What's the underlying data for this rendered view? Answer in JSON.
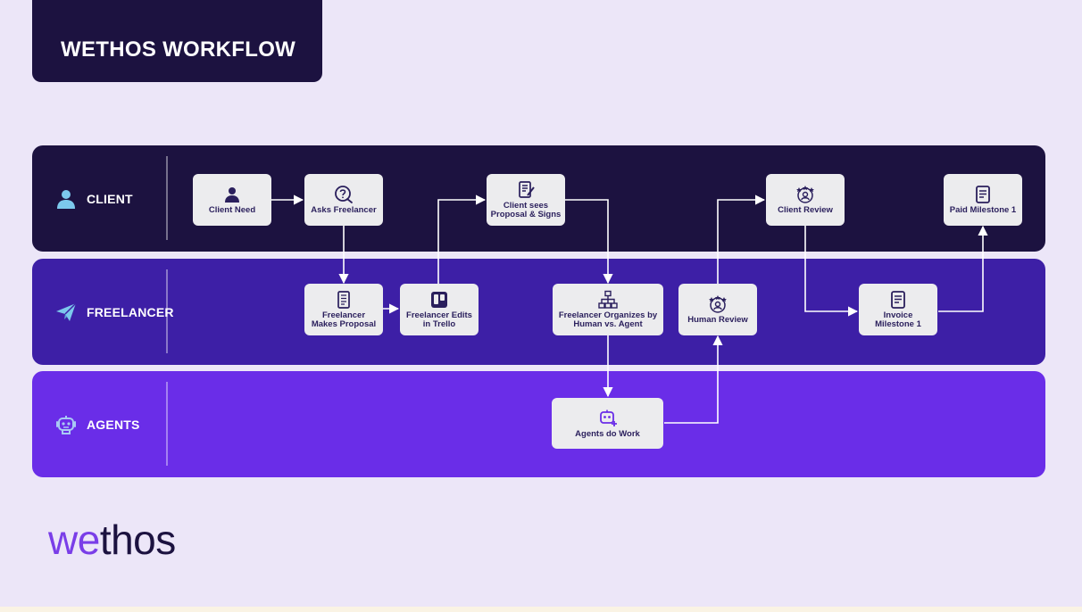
{
  "title": "WETHOS WORKFLOW",
  "lanes": {
    "client": {
      "label": "CLIENT",
      "icon": "person-icon"
    },
    "freelancer": {
      "label": "FREELANCER",
      "icon": "paper-plane-icon"
    },
    "agents": {
      "label": "AGENTS",
      "icon": "robot-icon"
    }
  },
  "nodes": {
    "client_need": {
      "label": "Client Need",
      "icon": "person-icon"
    },
    "asks_freelancer": {
      "label": "Asks Freelancer",
      "icon": "question-bubble-icon"
    },
    "client_sees_proposal": {
      "label": "Client sees\nProposal & Signs",
      "icon": "signed-document-icon"
    },
    "client_review": {
      "label": "Client Review",
      "icon": "rating-stars-icon"
    },
    "paid_milestone": {
      "label": "Paid Milestone 1",
      "icon": "receipt-icon"
    },
    "freelancer_proposal": {
      "label": "Freelancer\nMakes Proposal",
      "icon": "document-icon"
    },
    "freelancer_trello": {
      "label": "Freelancer Edits\nin Trello",
      "icon": "trello-icon"
    },
    "freelancer_organizes": {
      "label": "Freelancer Organizes by\nHuman vs. Agent",
      "icon": "org-chart-icon"
    },
    "human_review": {
      "label": "Human Review",
      "icon": "rating-stars-icon"
    },
    "invoice": {
      "label": "Invoice\nMilestone 1",
      "icon": "receipt-icon"
    },
    "agents_work": {
      "label": "Agents do Work",
      "icon": "robot-add-icon"
    }
  },
  "logo": {
    "part1": "we",
    "part2": "thos"
  },
  "colors": {
    "background": "#ECE6F8",
    "client_lane": "#1C1240",
    "freelancer_lane": "#3D1FA6",
    "agents_lane": "#6A2DE8",
    "node_fill": "#ECECEE",
    "node_text": "#2A1F5C",
    "logo_accent": "#7A3EE8"
  }
}
